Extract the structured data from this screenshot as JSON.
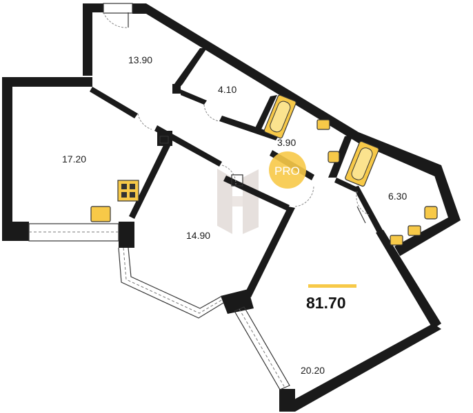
{
  "rooms": [
    {
      "id": "hall",
      "area": "13.90"
    },
    {
      "id": "storage",
      "area": "4.10"
    },
    {
      "id": "bath-small",
      "area": "3.90"
    },
    {
      "id": "bedroom-left",
      "area": "17.20"
    },
    {
      "id": "bath-large",
      "area": "6.30"
    },
    {
      "id": "living",
      "area": "14.90"
    },
    {
      "id": "bedroom-right",
      "area": "20.20"
    }
  ],
  "total_area": "81.70",
  "badge": {
    "text": "PRO",
    "color": "#f7c948"
  },
  "accent_color": "#f7c948",
  "wall_color": "#1a1a1a",
  "watermark": {
    "icon": "h-logo-watermark"
  }
}
